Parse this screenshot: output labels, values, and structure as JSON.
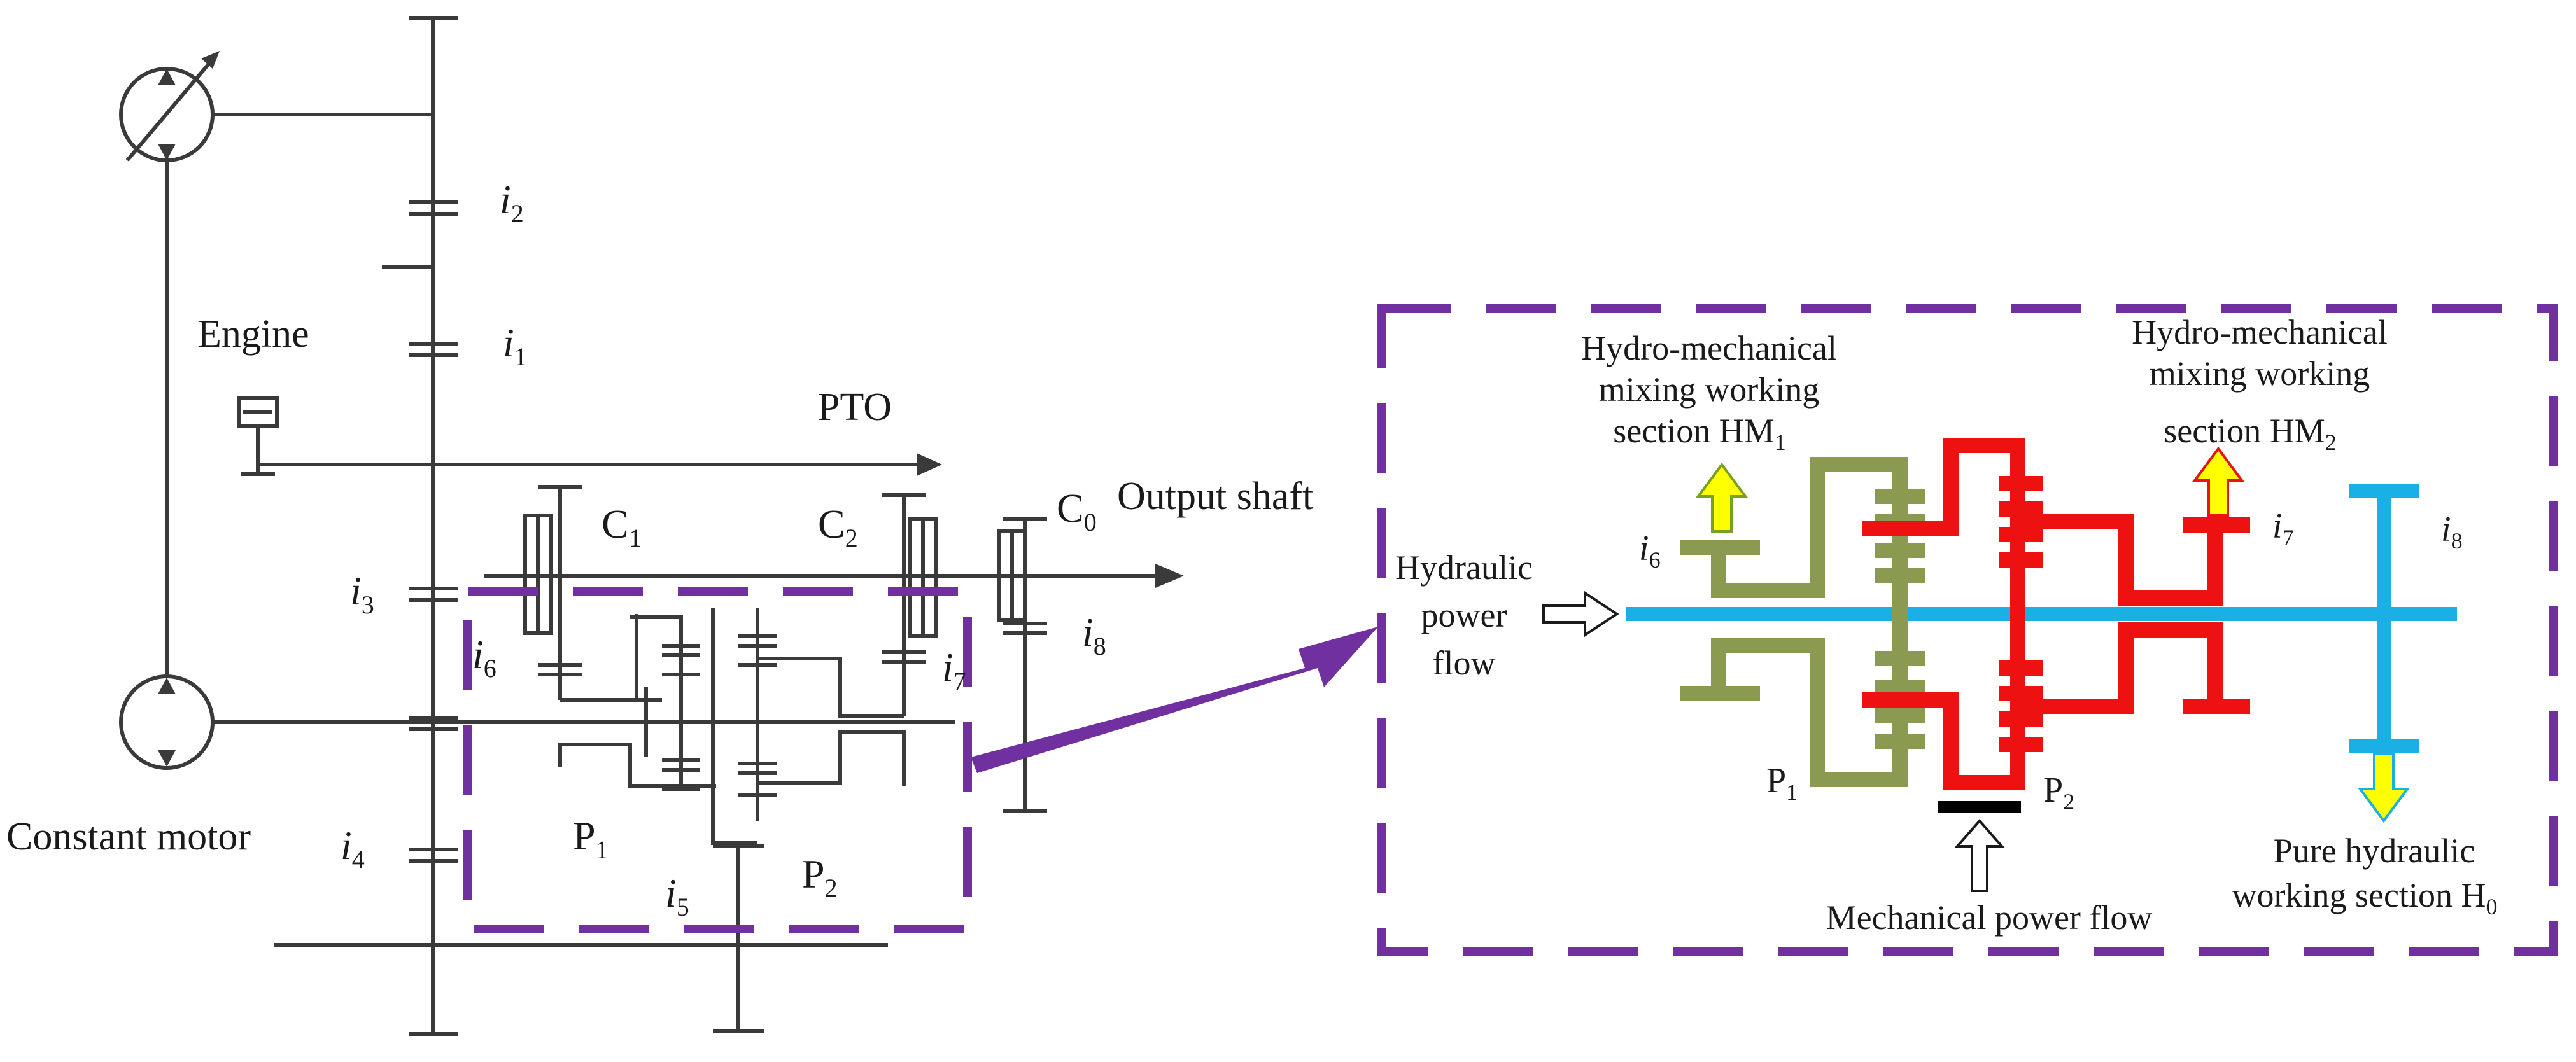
{
  "left_diagram": {
    "engine": "Engine",
    "pto": "PTO",
    "output_shaft": "Output shaft",
    "constant_motor": "Constant  motor",
    "clutch_c1": {
      "main": "C",
      "sub": "1"
    },
    "clutch_c2": {
      "main": "C",
      "sub": "2"
    },
    "clutch_c0": {
      "main": "C",
      "sub": "0"
    },
    "planetary_p1": {
      "main": "P",
      "sub": "1"
    },
    "planetary_p2": {
      "main": "P",
      "sub": "2"
    },
    "ratio_i1": {
      "main": "i",
      "sub": "1"
    },
    "ratio_i2": {
      "main": "i",
      "sub": "2"
    },
    "ratio_i3": {
      "main": "i",
      "sub": "3"
    },
    "ratio_i4": {
      "main": "i",
      "sub": "4"
    },
    "ratio_i5": {
      "main": "i",
      "sub": "5"
    },
    "ratio_i6": {
      "main": "i",
      "sub": "6"
    },
    "ratio_i7": {
      "main": "i",
      "sub": "7"
    },
    "ratio_i8": {
      "main": "i",
      "sub": "8"
    }
  },
  "right_diagram": {
    "hm1": {
      "line1": "Hydro-mechanical",
      "line2": "mixing working",
      "line3": "section HM",
      "sub": "1"
    },
    "hm2": {
      "line1": "Hydro-mechanical",
      "line2": "mixing working",
      "line3": "section HM",
      "sub": "2"
    },
    "hydraulic_flow": {
      "line1": "Hydraulic",
      "line2": "power",
      "line3": "flow"
    },
    "mechanical_flow": "Mechanical power flow",
    "pure_hydraulic": {
      "line1": "Pure hydraulic",
      "line2": "working section H",
      "sub": "0"
    },
    "planetary_p1": {
      "main": "P",
      "sub": "1"
    },
    "planetary_p2": {
      "main": "P",
      "sub": "2"
    },
    "ratio_i6": {
      "main": "i",
      "sub": "6"
    },
    "ratio_i7": {
      "main": "i",
      "sub": "7"
    },
    "ratio_i8": {
      "main": "i",
      "sub": "8"
    }
  },
  "colors": {
    "dashed_frame": "#7030a0",
    "section_hm1": "#8a9a50",
    "section_hm2": "#ee1111",
    "section_h0": "#1ab0e6",
    "flow_arrow": "#ffff00"
  }
}
